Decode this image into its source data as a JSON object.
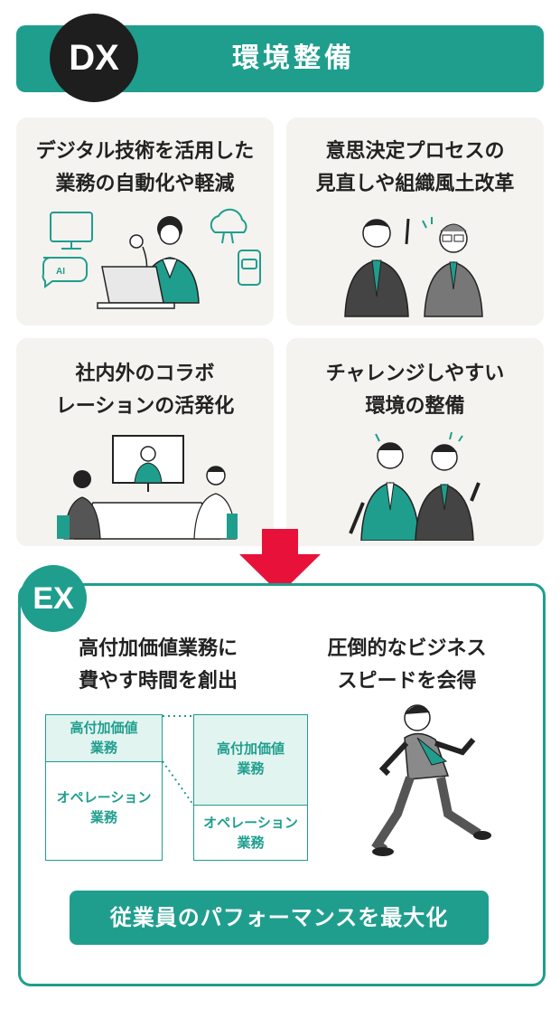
{
  "dx": {
    "badge": "DX",
    "title": "環境整備"
  },
  "cards": [
    {
      "line1": "デジタル技術を活用した",
      "line2": "業務の自動化や軽減",
      "illustration": "laptop-worker-illustration"
    },
    {
      "line1": "意思決定プロセスの",
      "line2": "見直しや組織風土改革",
      "illustration": "business-discussion-illustration"
    },
    {
      "line1": "社内外のコラボ",
      "line2": "レーションの活発化",
      "illustration": "video-meeting-illustration"
    },
    {
      "line1": "チャレンジしやすい",
      "line2": "環境の整備",
      "illustration": "supportive-colleagues-illustration"
    }
  ],
  "ex": {
    "badge": "EX",
    "left_title": {
      "line1": "高付加価値業務に",
      "line2": "費やす時間を創出"
    },
    "right_title": {
      "line1": "圧倒的なビジネス",
      "line2": "スピードを会得"
    },
    "before": {
      "high_value_1": "高付加価値",
      "high_value_2": "業務",
      "operation_1": "オペレーション",
      "operation_2": "業務"
    },
    "after": {
      "high_value_1": "高付加価値",
      "high_value_2": "業務",
      "operation_1": "オペレーション",
      "operation_2": "業務"
    },
    "result": "従業員のパフォーマンスを最大化"
  },
  "colors": {
    "teal": "#1f9e8e",
    "dark": "#1e1e1e",
    "red": "#e8113a",
    "card_bg": "#f4f3ef",
    "light_teal": "#e2f4f0"
  }
}
